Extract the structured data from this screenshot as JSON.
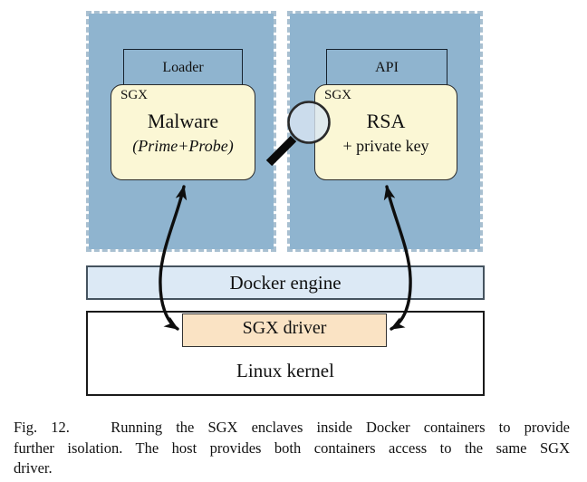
{
  "colors": {
    "container-fill": "#8FB4CF",
    "container-border": "#A9C0D1",
    "enclave-fill": "#FBF7D5",
    "docker-fill": "#DCE9F5",
    "driver-fill": "#FAE3C4",
    "arrow": "#0E0E0E",
    "lens-fill": "#D9E6F2",
    "text": "#111111"
  },
  "figure": {
    "containers": [
      {
        "top_box": "Loader",
        "enclave_tag": "SGX",
        "title": "Malware",
        "subtitle": "(Prime+Probe)"
      },
      {
        "top_box": "API",
        "enclave_tag": "SGX",
        "title": "RSA",
        "subtitle": "+ private key"
      }
    ],
    "docker_engine": "Docker engine",
    "sgx_driver": "SGX driver",
    "linux_kernel": "Linux kernel"
  },
  "caption": {
    "lines": [
      "Fig. 12.   Running the SGX enclaves inside Docker containers to provide",
      "further isolation. The host provides both containers access to the same SGX",
      "driver."
    ]
  }
}
